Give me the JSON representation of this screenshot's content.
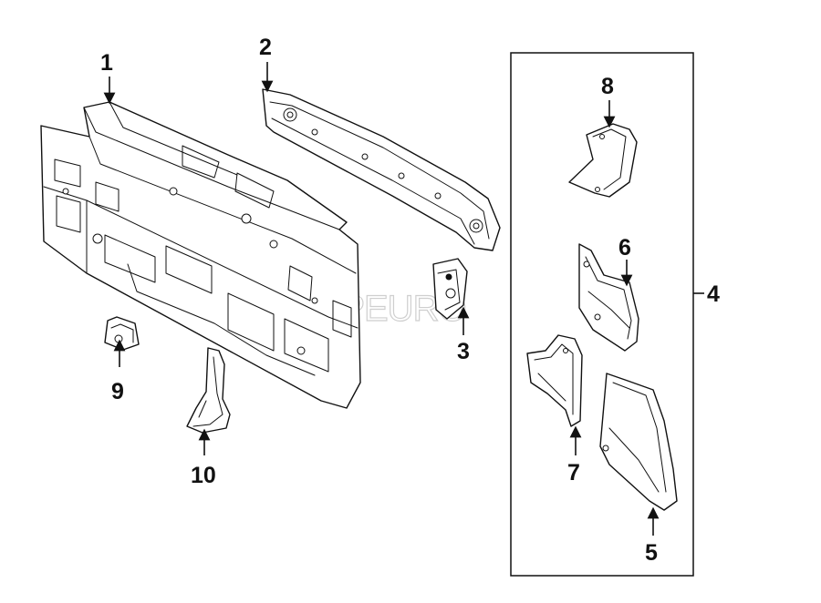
{
  "callouts": [
    {
      "id": "1",
      "label": "1"
    },
    {
      "id": "2",
      "label": "2"
    },
    {
      "id": "3",
      "label": "3"
    },
    {
      "id": "4",
      "label": "4"
    },
    {
      "id": "5",
      "label": "5"
    },
    {
      "id": "6",
      "label": "6"
    },
    {
      "id": "7",
      "label": "7"
    },
    {
      "id": "8",
      "label": "8"
    },
    {
      "id": "9",
      "label": "9"
    },
    {
      "id": "10",
      "label": "10"
    }
  ],
  "watermark": {
    "text": "FCPEURO"
  },
  "colors": {
    "line": "#111111",
    "background": "#ffffff",
    "watermark": "#cfcfcf"
  }
}
